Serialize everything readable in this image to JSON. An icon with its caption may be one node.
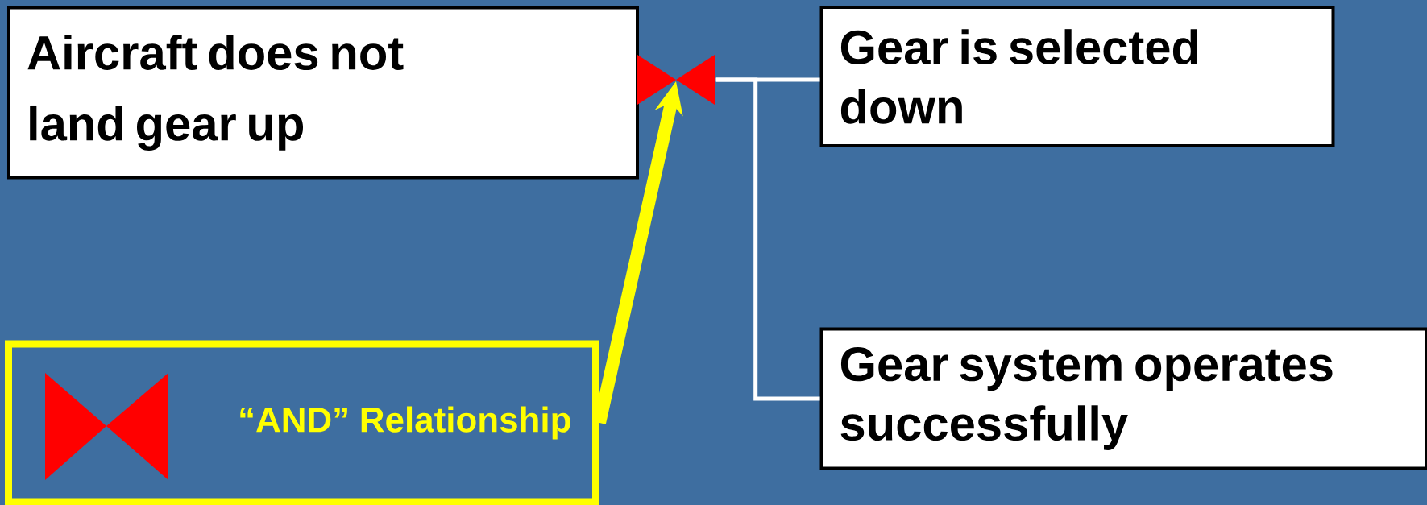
{
  "diagram": {
    "nodes": [
      {
        "text": [
          "Aircraft does not land gear up"
        ]
      },
      {
        "text": [],
        "shape": "bowtie"
      },
      {
        "text": [
          "Gear is selected down"
        ]
      },
      {
        "text": [
          "Gear system operates successfully"
        ]
      },
      {
        "text": [
          "“AND” Relationship"
        ]
      }
    ],
    "edges": [
      {
        "from": 1,
        "to": 2,
        "arrow": "none"
      },
      {
        "from": 1,
        "to": 3,
        "arrow": "none"
      },
      {
        "from": 4,
        "to": 1,
        "arrow": "to",
        "style": "thick",
        "color": "#ffff00"
      }
    ]
  }
}
